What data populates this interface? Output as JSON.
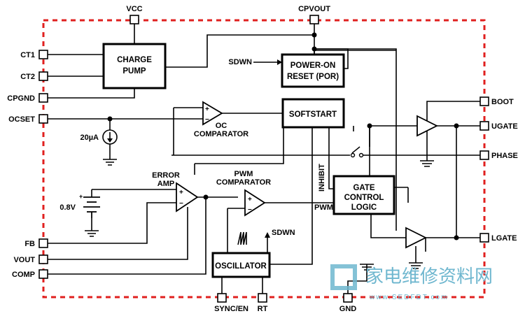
{
  "pins": {
    "vcc": "VCC",
    "cpvout": "CPVOUT",
    "ct1": "CT1",
    "ct2": "CT2",
    "cpgnd": "CPGND",
    "ocset": "OCSET",
    "fb": "FB",
    "vout": "VOUT",
    "comp": "COMP",
    "boot": "BOOT",
    "ugate": "UGATE",
    "phase": "PHASE",
    "lgate": "LGATE",
    "sync_en": "SYNC/EN",
    "rt": "RT",
    "gnd": "GND"
  },
  "blocks": {
    "charge_pump": [
      "CHARGE",
      "PUMP"
    ],
    "por": [
      "POWER-ON",
      "RESET (POR)"
    ],
    "softstart": "SOFTSTART",
    "gate_control": [
      "GATE",
      "CONTROL",
      "LOGIC"
    ],
    "oscillator": "OSCILLATOR"
  },
  "labels": {
    "sdwn_in": "SDWN",
    "sdwn_out": "SDWN",
    "oc": "OC",
    "oc_comparator": "COMPARATOR",
    "current_source": "20µA",
    "error_amp": [
      "ERROR",
      "AMP"
    ],
    "pwm_comparator": [
      "PWM",
      "COMPARATOR"
    ],
    "reference": "0.8V",
    "inhibit": "INHIBIT",
    "pwm": "PWM",
    "plus": "+",
    "minus": "−"
  },
  "watermark": {
    "cn": "家电维修资料网",
    "url": "www.SEDFDT.com"
  },
  "colors": {
    "border": "#e0201f",
    "wire": "#000000",
    "watermark": "#6fb7cf"
  }
}
